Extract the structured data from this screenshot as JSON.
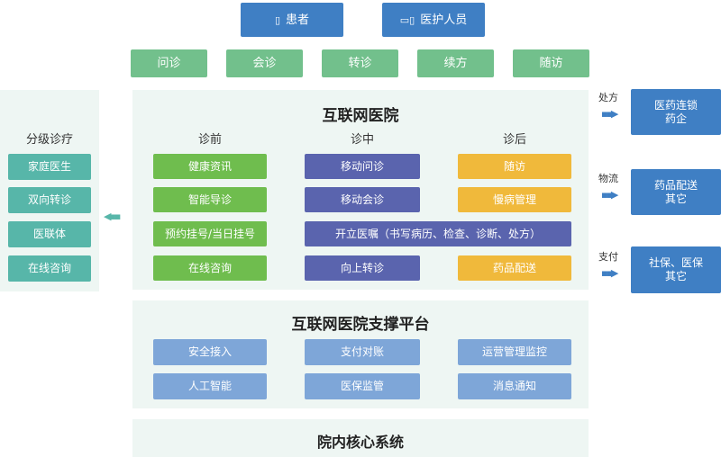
{
  "users": {
    "patient": "患者",
    "medical_staff": "医护人员"
  },
  "services": [
    "问诊",
    "会诊",
    "转诊",
    "续方",
    "随访"
  ],
  "hospital": {
    "title": "互联网医院",
    "columns": {
      "pre": "诊前",
      "mid": "诊中",
      "post": "诊后"
    },
    "pre_items": [
      "健康资讯",
      "智能导诊",
      "预约挂号/当日挂号",
      "在线咨询"
    ],
    "mid_items": [
      "移动问诊",
      "移动会诊",
      "开立医嘱（书写病历、检查、诊断、处方）",
      "向上转诊"
    ],
    "post_items": [
      "随访",
      "慢病管理",
      "药品配送"
    ]
  },
  "tiered": {
    "title": "分级诊疗",
    "items": [
      "家庭医生",
      "双向转诊",
      "医联体",
      "在线咨询"
    ]
  },
  "right": [
    {
      "label": "处方",
      "box": "医药连锁\n药企"
    },
    {
      "label": "物流",
      "box": "药品配送\n其它"
    },
    {
      "label": "支付",
      "box": "社保、医保\n其它"
    }
  ],
  "platform": {
    "title": "互联网医院支撑平台",
    "items": [
      "安全接入",
      "支付对账",
      "运营管理监控",
      "人工智能",
      "医保监管",
      "消息通知"
    ]
  },
  "core": {
    "title": "院内核心系统"
  },
  "colors": {
    "user_blue": "#3f7fc4",
    "green": "#6fbd4e",
    "purple": "#5a64ae",
    "yellow": "#f0b93b",
    "teal": "#57b6a9",
    "light_blue": "#7ea6d8",
    "panel": "#eef6f3"
  }
}
